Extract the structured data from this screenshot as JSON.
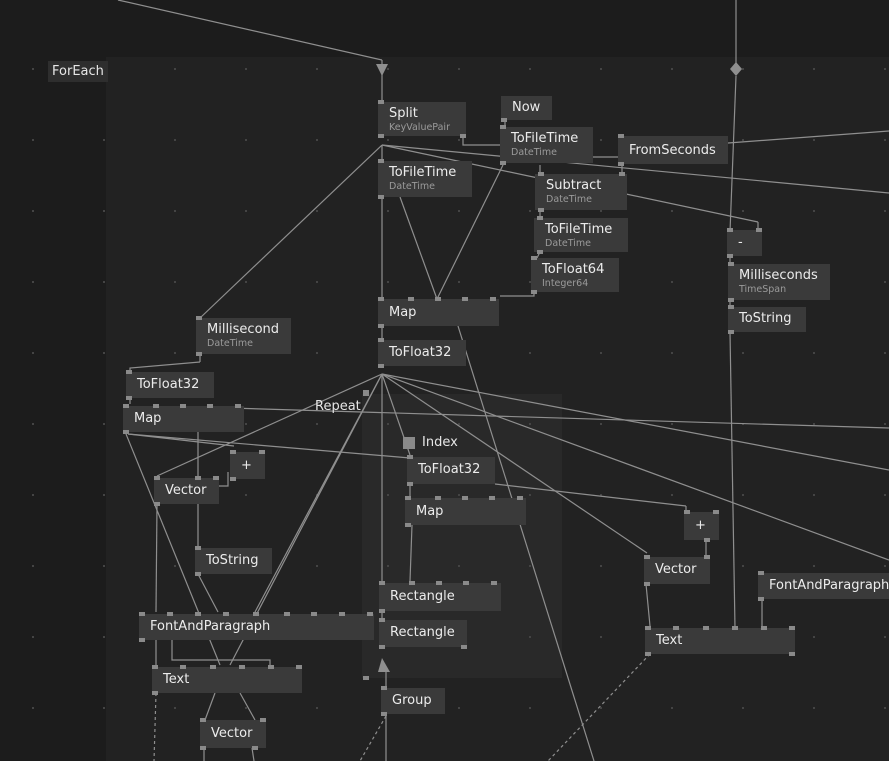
{
  "regions": {
    "foreach_label": "ForEach",
    "repeat_label": "Repeat",
    "index_label": "Index"
  },
  "nodes": {
    "split": {
      "title": "Split",
      "subtitle": "KeyValuePair"
    },
    "now": {
      "title": "Now"
    },
    "tofiletime_now": {
      "title": "ToFileTime",
      "subtitle": "DateTime"
    },
    "fromseconds": {
      "title": "FromSeconds"
    },
    "tofiletime_split": {
      "title": "ToFileTime",
      "subtitle": "DateTime"
    },
    "subtract": {
      "title": "Subtract",
      "subtitle": "DateTime"
    },
    "tofiletime_sub": {
      "title": "ToFileTime",
      "subtitle": "DateTime"
    },
    "tofloat64": {
      "title": "ToFloat64",
      "subtitle": "Integer64"
    },
    "minus": {
      "title": "-"
    },
    "milliseconds_ts": {
      "title": "Milliseconds",
      "subtitle": "TimeSpan"
    },
    "tostring_right": {
      "title": "ToString"
    },
    "map_top": {
      "title": "Map"
    },
    "tofloat32_mid": {
      "title": "ToFloat32"
    },
    "millisecond_dt": {
      "title": "Millisecond",
      "subtitle": "DateTime"
    },
    "tofloat32_left": {
      "title": "ToFloat32"
    },
    "map_left": {
      "title": "Map"
    },
    "plus_left": {
      "title": "+"
    },
    "vector_left": {
      "title": "Vector"
    },
    "tostring_left": {
      "title": "ToString"
    },
    "tofloat32_repeat": {
      "title": "ToFloat32"
    },
    "map_repeat": {
      "title": "Map"
    },
    "plus_right": {
      "title": "+"
    },
    "vector_right": {
      "title": "Vector"
    },
    "fontandparagraph_right": {
      "title": "FontAndParagraph"
    },
    "fontandparagraph_left": {
      "title": "FontAndParagraph"
    },
    "rectangle_1": {
      "title": "Rectangle"
    },
    "rectangle_2": {
      "title": "Rectangle"
    },
    "text_right": {
      "title": "Text"
    },
    "text_left": {
      "title": "Text"
    },
    "group": {
      "title": "Group"
    },
    "vector_bottom": {
      "title": "Vector"
    }
  },
  "colors": {
    "background": "#1c1c1c",
    "region_foreach": "#222222",
    "region_repeat": "#292929",
    "node": "#3a3a3a",
    "wire": "#8f8f8f",
    "pin": "#8a8a8a"
  }
}
